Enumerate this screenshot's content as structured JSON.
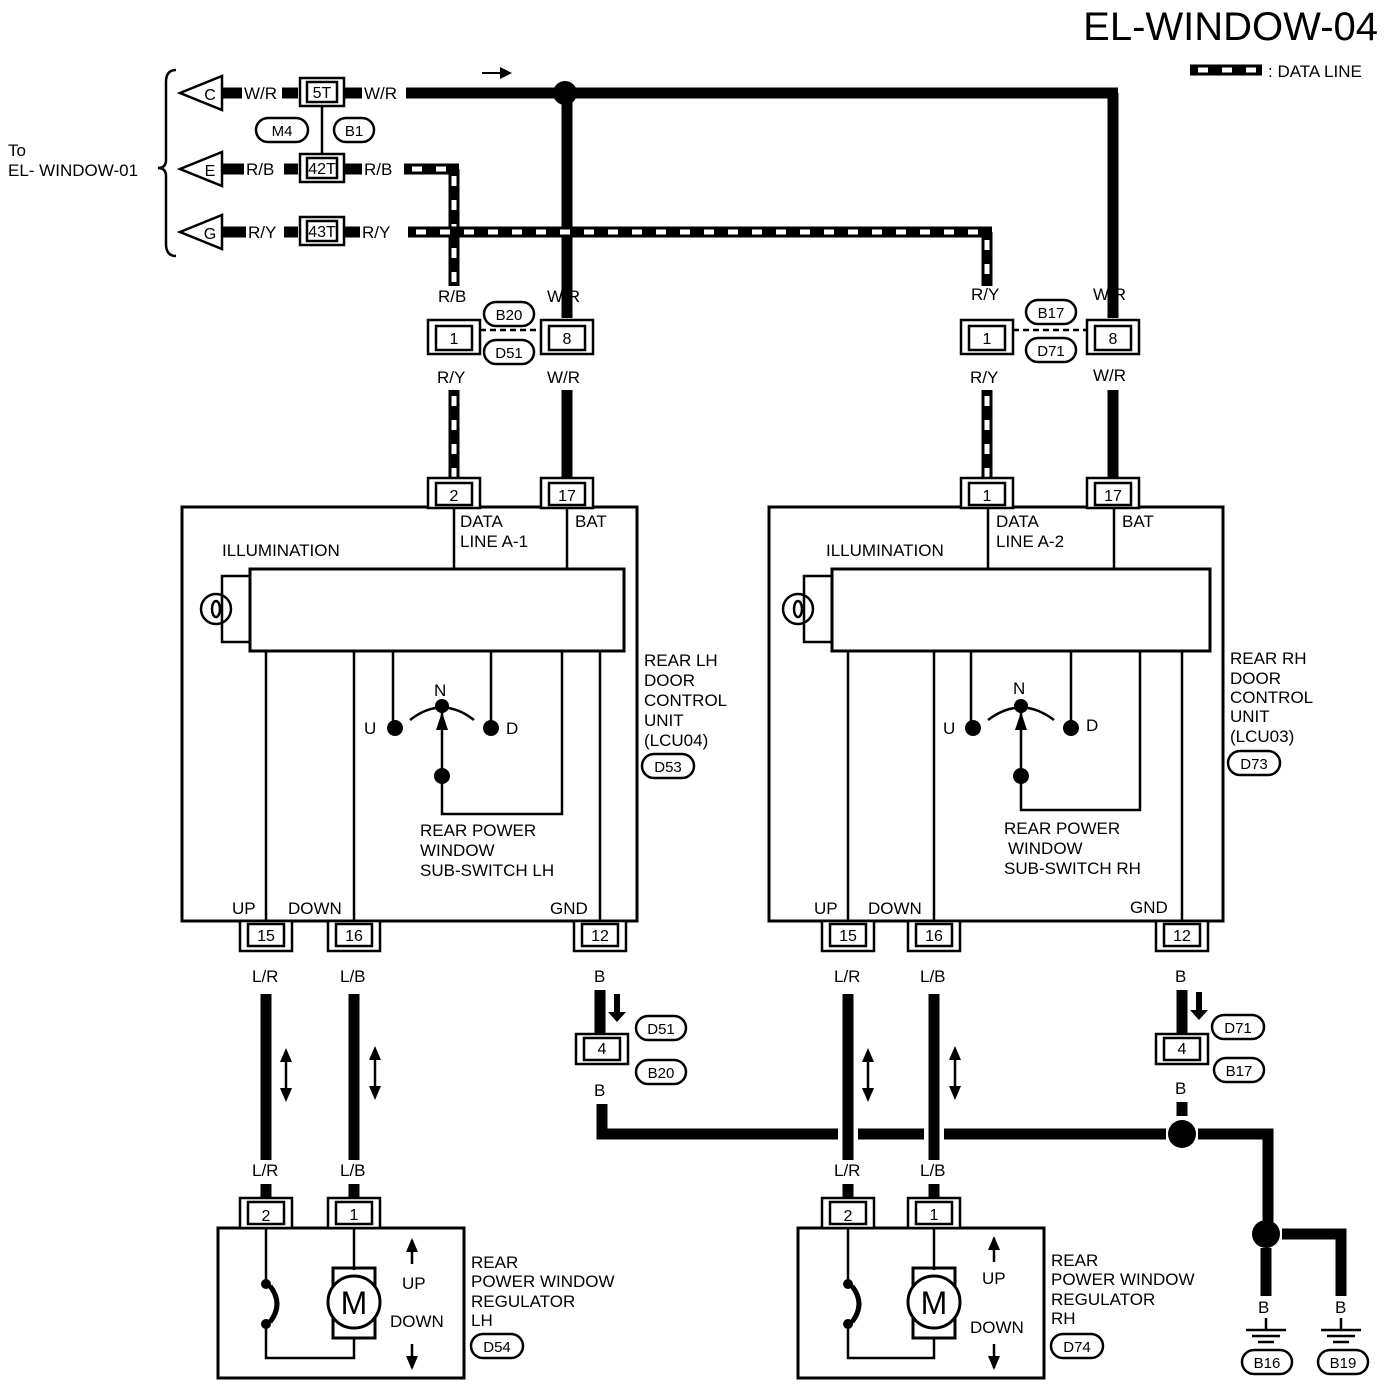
{
  "title": "EL-WINDOW-04",
  "legend": {
    "text": ": DATA LINE"
  },
  "to_ref": {
    "line1": "To",
    "line2": "EL- WINDOW-01"
  },
  "inputs": [
    {
      "letter": "C",
      "wire_left": "W/R",
      "pin": "5T",
      "wire_right": "W/R"
    },
    {
      "letter": "E",
      "wire_left": "R/B",
      "pin": "42T",
      "wire_right": "R/B"
    },
    {
      "letter": "G",
      "wire_left": "R/Y",
      "pin": "43T",
      "wire_right": "R/Y"
    }
  ],
  "top_connectors": {
    "left": "M4",
    "right": "B1"
  },
  "lh": {
    "conn_top": "B20",
    "conn_bottom": "D51",
    "pin_a": "1",
    "pin_b": "8",
    "wire_a_top": "R/B",
    "wire_b_top": "W/R",
    "wire_a_bottom": "R/Y",
    "wire_b_bottom": "W/R",
    "unit": {
      "pin_data": "2",
      "pin_bat": "17",
      "data_label_1": "DATA",
      "data_label_2": "LINE A-1",
      "bat_label": "BAT",
      "illumination": "ILLUMINATION",
      "name_lines": [
        "REAR LH",
        "DOOR",
        "CONTROL",
        "UNIT",
        "(LCU04)"
      ],
      "connector": "D53",
      "switch_u": "U",
      "switch_n": "N",
      "switch_d": "D",
      "switch_lines": [
        "REAR POWER",
        "WINDOW",
        "SUB-SWITCH LH"
      ],
      "up_label": "UP",
      "down_label": "DOWN",
      "gnd_label": "GND",
      "pin_up": "15",
      "pin_down": "16",
      "pin_gnd": "12"
    },
    "wire_up_top": "L/R",
    "wire_down_top": "L/B",
    "wire_gnd_top": "B",
    "gnd_conn_top": "D51",
    "gnd_conn_bottom": "B20",
    "gnd_pin": "4",
    "wire_gnd_bottom": "B",
    "wire_up_bottom": "L/R",
    "wire_down_bottom": "L/B",
    "regulator": {
      "pin_left": "2",
      "pin_right": "1",
      "motor": "M",
      "up": "UP",
      "down": "DOWN",
      "name_lines": [
        "REAR",
        "POWER WINDOW",
        "REGULATOR",
        "LH"
      ],
      "connector": "D54"
    }
  },
  "rh": {
    "conn_top": "B17",
    "conn_bottom": "D71",
    "pin_a": "1",
    "pin_b": "8",
    "wire_a_top": "R/Y",
    "wire_b_top": "W/R",
    "wire_a_bottom": "R/Y",
    "wire_b_bottom": "W/R",
    "unit": {
      "pin_data": "1",
      "pin_bat": "17",
      "data_label_1": "DATA",
      "data_label_2": "LINE A-2",
      "bat_label": "BAT",
      "illumination": "ILLUMINATION",
      "name_lines": [
        "REAR RH",
        "DOOR",
        "CONTROL",
        "UNIT",
        "(LCU03)"
      ],
      "connector": "D73",
      "switch_u": "U",
      "switch_n": "N",
      "switch_d": "D",
      "switch_lines": [
        "REAR POWER",
        "WINDOW",
        "SUB-SWITCH RH"
      ],
      "up_label": "UP",
      "down_label": "DOWN",
      "gnd_label": "GND",
      "pin_up": "15",
      "pin_down": "16",
      "pin_gnd": "12"
    },
    "wire_up_top": "L/R",
    "wire_down_top": "L/B",
    "wire_gnd_top": "B",
    "gnd_conn_top": "D71",
    "gnd_conn_bottom": "B17",
    "gnd_pin": "4",
    "wire_gnd_bottom": "B",
    "wire_up_bottom": "L/R",
    "wire_down_bottom": "L/B",
    "regulator": {
      "pin_left": "2",
      "pin_right": "1",
      "motor": "M",
      "up": "UP",
      "down": "DOWN",
      "name_lines": [
        "REAR",
        "POWER WINDOW",
        "REGULATOR",
        "RH"
      ],
      "connector": "D74"
    }
  },
  "grounds": {
    "wire_left": "B",
    "wire_right": "B",
    "ground_left": "B16",
    "ground_right": "B19"
  }
}
